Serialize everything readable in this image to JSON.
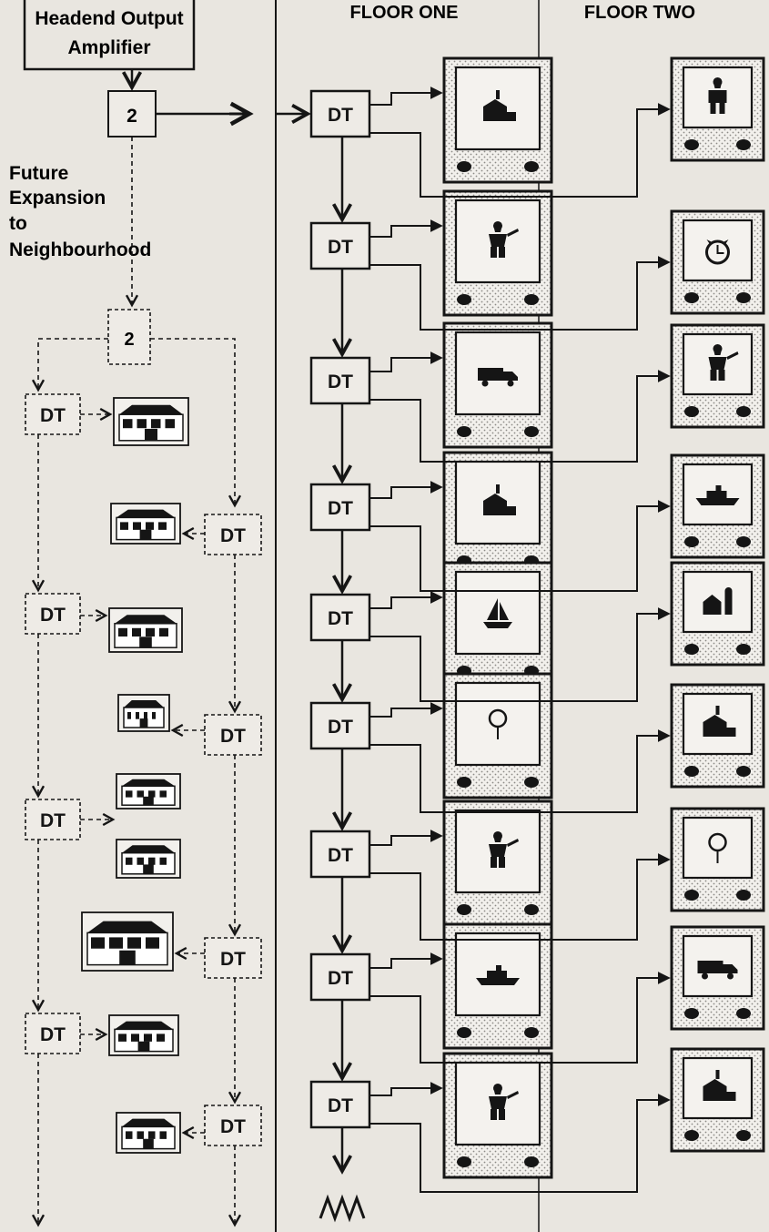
{
  "headers": {
    "headend": [
      "Headend Output",
      "Amplifier"
    ],
    "floor_one": "FLOOR ONE",
    "floor_two": "FLOOR TWO"
  },
  "future": [
    "Future",
    "Expansion",
    "to",
    "Neighbourhood"
  ],
  "splitter_label": "2",
  "tap_label": "DT",
  "floor_one_tv_icons": [
    "church",
    "soldier",
    "truck",
    "church",
    "sailboat",
    "balloon",
    "soldier",
    "ship",
    "soldier"
  ],
  "floor_two_tv_icons": [
    "figure",
    "clock",
    "soldier",
    "ship",
    "barn",
    "church",
    "balloon",
    "truck",
    "church"
  ],
  "colors": {
    "ink": "#151515",
    "paper": "#e9e6e0",
    "screen_dots": "#bdbab4"
  }
}
